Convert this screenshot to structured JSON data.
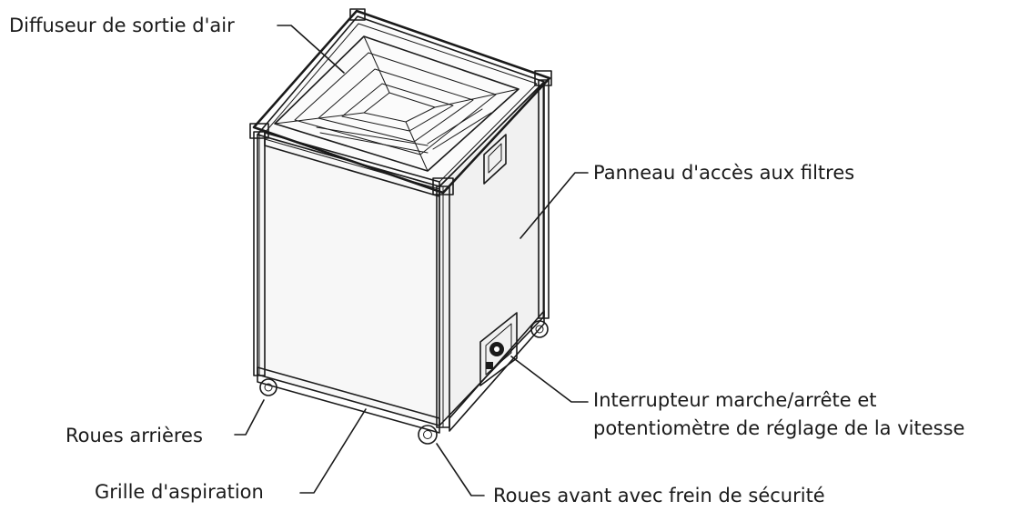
{
  "labels": {
    "diffuser": "Diffuseur de sortie d'air",
    "filter_panel": "Panneau d'accès aux filtres",
    "switch_line1": "Interrupteur marche/arrête et",
    "switch_line2": "potentiomètre de réglage de la vitesse",
    "rear_wheels": "Roues arrières",
    "intake_grille": "Grille d'aspiration",
    "front_wheels": "Roues avant avec frein de sécurité"
  }
}
